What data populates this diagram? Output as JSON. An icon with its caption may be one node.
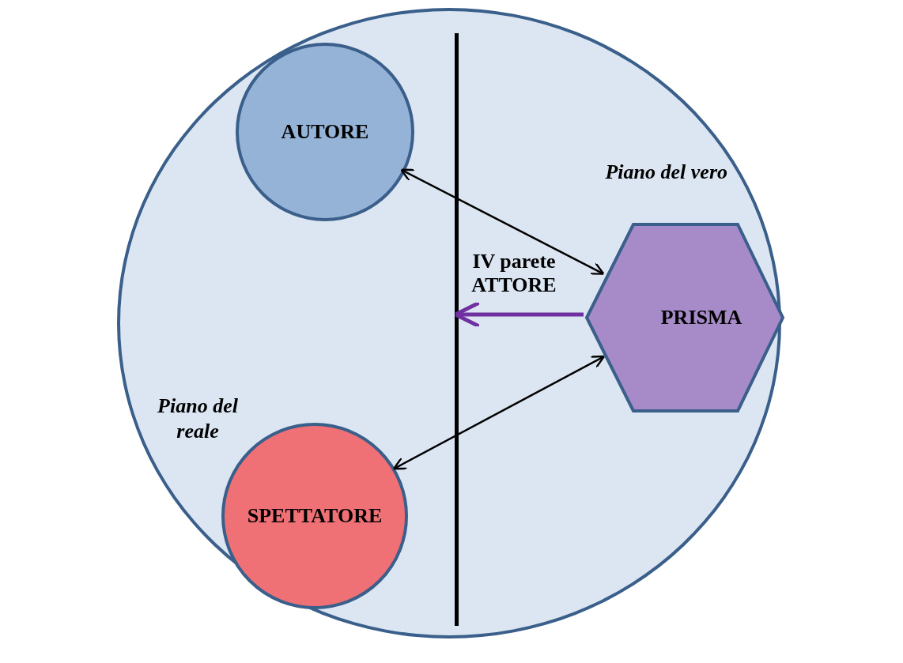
{
  "diagram": {
    "nodes": [
      {
        "text": [],
        "shape": "circle"
      },
      {
        "text": [
          "AUTORE"
        ],
        "in": 0
      },
      {
        "text": [],
        "shape": "bar",
        "in": 0
      },
      {
        "text": [
          "PRISMA"
        ],
        "in": 0,
        "beside": [
          "Piano del vero"
        ]
      },
      {
        "text": [
          "SPETTATORE"
        ],
        "in": 0,
        "beside": [
          "Piano del reale"
        ]
      }
    ],
    "edges": [
      {
        "from": 1,
        "to": 3,
        "arrow": "both"
      },
      {
        "from": 4,
        "to": 3,
        "arrow": "both"
      },
      {
        "from": 3,
        "to": 2,
        "arrow": "to",
        "label": "IV parete ATTORE",
        "style": "thick",
        "color": "#7030a0"
      }
    ]
  }
}
